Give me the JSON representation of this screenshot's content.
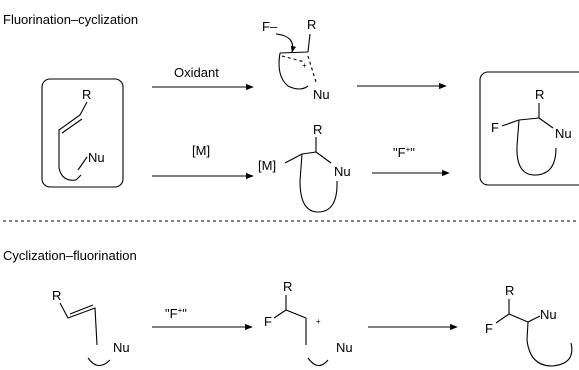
{
  "top_section": {
    "title": "Fluorination–cyclization",
    "oxidant_label": "Oxidant",
    "metal_label": "[M]",
    "fluorinating_label": "\"F+\"",
    "start": {
      "r": "R",
      "nu": "Nu"
    },
    "intermediate_a": {
      "f_minus": "F–",
      "r": "R",
      "nu": "Nu",
      "charge": "+"
    },
    "intermediate_b": {
      "metal": "[M]",
      "r": "R",
      "nu": "Nu"
    },
    "product": {
      "f": "F",
      "r": "R",
      "nu": "Nu"
    }
  },
  "bottom_section": {
    "title": "Cyclization–fluorination",
    "fluorinating_label": "\"F+\"",
    "start": {
      "r": "R",
      "nu": "Nu"
    },
    "intermediate": {
      "f": "F",
      "r": "R",
      "nu": "Nu",
      "charge": "+"
    },
    "product": {
      "f": "F",
      "r": "R",
      "nu": "Nu"
    }
  }
}
